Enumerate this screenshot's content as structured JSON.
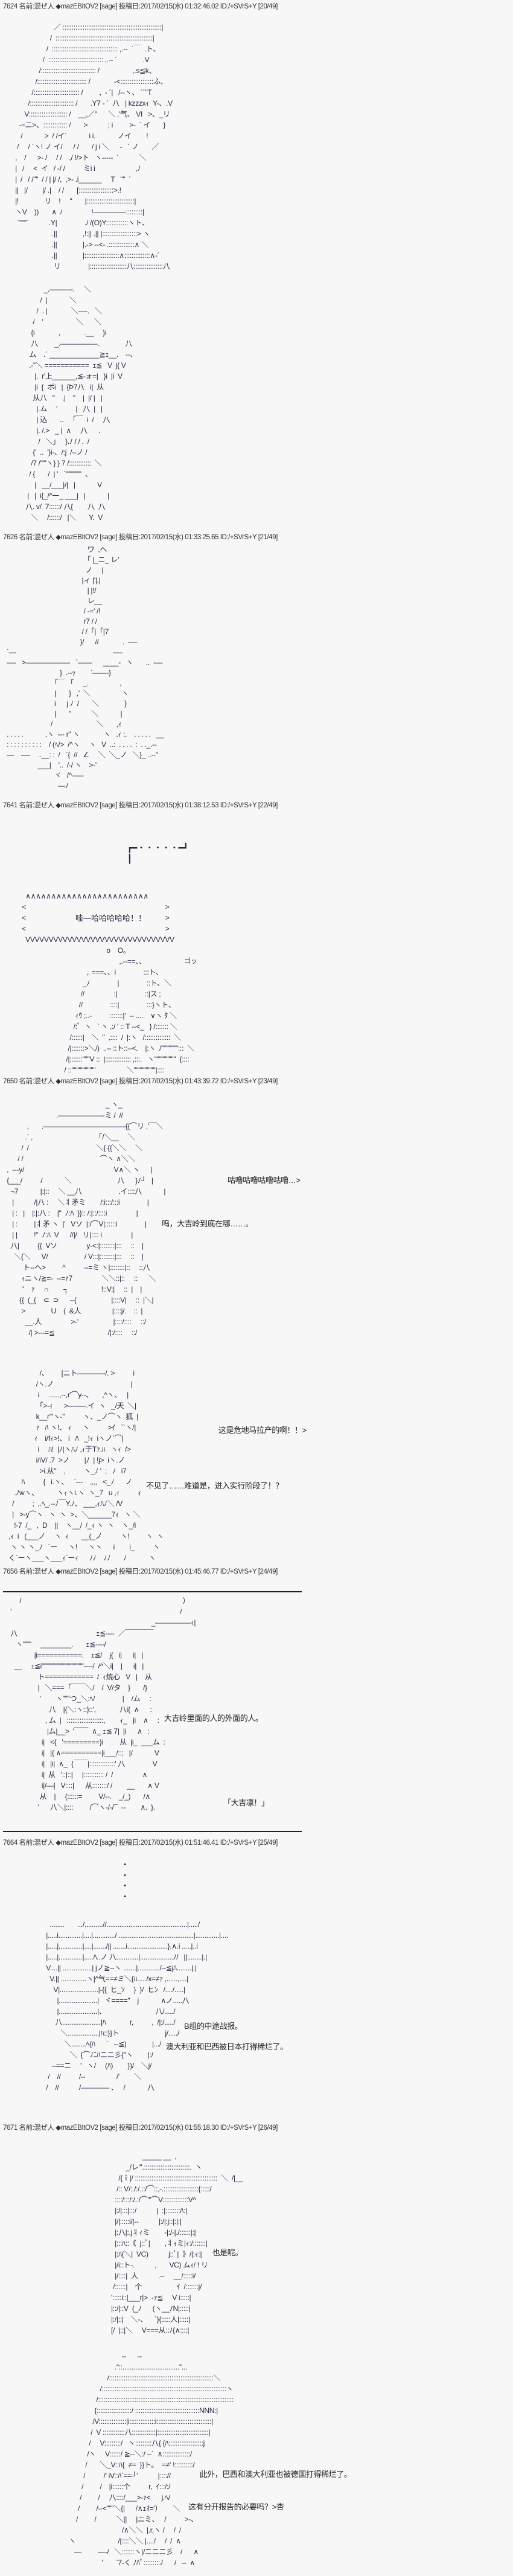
{
  "posts": [
    {
      "header": "7624 名前:混ぜ人 ◆mazEBItOV2 [sage] 投稿日:2017/02/15(水) 01:32:46.02 ID:/+SVrS+Y [20/49]"
    },
    {
      "header": "7626 名前:混ぜ人 ◆mazEBItOV2 [sage] 投稿日:2017/02/15(水) 01:33:25.65 ID:/+SVrS+Y [21/49]"
    },
    {
      "header": "7641 名前:混ぜ人 ◆mazEBItOV2 [sage] 投稿日:2017/02/15(水) 01:38:12.53 ID:/+SVrS+Y [22/49]"
    },
    {
      "header": "7650 名前:混ぜ人 ◆mazEBItOV2 [sage] 投稿日:2017/02/15(水) 01:43:39.72 ID:/+SVrS+Y [23/49]"
    },
    {
      "header": "7656 名前:混ぜ人 ◆mazEBItOV2 [sage] 投稿日:2017/02/15(水) 01:45:46.77 ID:/+SVrS+Y [24/49]"
    },
    {
      "header": "7664 名前:混ぜ人 ◆mazEBItOV2 [sage] 投稿日:2017/02/15(水) 01:51:46.41 ID:/+SVrS+Y [25/49]"
    },
    {
      "header": "7671 名前:混ぜ人 ◆mazEBItOV2 [sage] 投稿日:2017/02/15(水) 01:55:18.30 ID:/+SVrS+Y [26/49]"
    }
  ],
  "dialogue": {
    "d1": "咕噜咕噜咕噜咕噜…>",
    "d2": "呜，大吉岭到底在哪……。",
    "d3": "这是危地马拉产的啊！！>",
    "d4": "不见了……难道是，进入实行阶段了！？",
    "d5": "大吉岭里面的人的外面的人。",
    "d6": "「大吉凛！」",
    "d7": "B组的中途战报。",
    "d8": "澳大利亚和巴西被日本打得稀烂了。",
    "d9": "也是呢。",
    "d10": "此外，巴西和澳大利亚也被德国打得稀烂了。",
    "d11": "这有分开报告的必要吗？>杏"
  },
  "bubble": {
    "text": "哇—哈哈哈哈哈！！",
    "sfx": "ゴッ"
  },
  "dots": "・\n・\n・\n・",
  "art": {
    "a20": [
      "                        ／ ::::::::::::::::::::::::::::::::::::::::::::::::::::::|",
      "                      /  :::::::::::::::::::::::::::::::::::::::::::::::::::::|",
      "                    /  :::::::::::::::::::::::::::::::::::: ,.-‐  ´￣  .ト、",
      "                  /  :::::::::::::::::::::::::::::: ,.-‐ ´              .V",
      "                /:::::::::::::::::::::::::::::: /                  ,.s≦k、",
      "              /::::::::::::::::::::::::::: /             -<::::::::::::::::::ふ、",
      "            /::::::::::::::::::::::::: /         ,  - ´|   /‐-ヽ、 ´´''T",
      "          /:::::::::::::::::::::::: /       .Y7 - ´  八   | kzzzxｨ  Y-、.V",
      "        V::::::::::::::::::::: /    __,／\"      ＼ ,'气、 VI   >、_リ",
      "     -=ニ>、::::::::::::: /       >           ; i         >-  ` イ       }",
      "      /            >  / /イ´            i i.            ノイ        !",
      "    /     / `ヽ! ノ イ/      / /       / j i ＼      -   ´ ノ       ／",
      "   ,    /      >- /     / /    ,/ !/>ト   ヽ-----  ´           ＼",
      "   |   /     <  イ   / -/ /          ミi i                      ,ﾉ",
      "   |  /   / /''''  / / | |/ /,  ,>- .i______     T   ''''  ´",
      "   ||   |/        |/ .|    / /       [:::::::::::::::::::>.!",
      "   |!              リ    !     \"       |::::::::::::::::::::::::::|",
      "   ヽV    ))       ∧  /                !-――――-:::::::::|",
      "    `''''''´           .Y|               ./ /(O)Y::::::::::::ヽト、",
      "                       .||              ,!:|| .|| |:::::::::::::::::::> ヽ",
      "                       .||              |.-> --<- .::::::::::::::∧ ＼",
      "                       .||              |:::::::::::::::::::∧::::::::::::::∧-´",
      "                        リ               |::::::::::::::::::::八::::::::::::::::八"
    ],
    "a20b": [
      "              _.―――-.     ＼",
      "            /  |            ＼",
      "          /  . |             ＼―-.   ＼",
      "        /    '                  ＼      ＼",
      "       {i             ,             .__     }i",
      "       八         _.―――――-.              八",
      "      ム    .´ _____________≧ｪ__.    --、",
      "      .-\"＼ ===========  ｪ≦   V  j{ V",
      "         |.  r'上______,≦-ォ=|   }i  |i  V",
      "         |i  {  ボi   |  {Ϸ7八   i|  从",
      "        从八   \"    ,|    \"    |  |/ |   |",
      "          |.ム     '          |   八  |   |",
      "          | 込       ..   「￣  i  /     八",
      "          |. /.>   _ |  ∧     八      .",
      "           /   ＼」   }.ﾉ / / .  /",
      "        {'  ..  '}i-、/:j  /--ノ /",
      "       /7 /'''''ヽ} } 7 /::::::::::::  ＼",
      "      / {       /  | '   `'''''''''''''  、",
      "         |   __/___|/|   |            V",
      "     |   |  i{_/^ー_ ___|   |            |",
      "    八. v/  7::::::/ 八{        八  八",
      "       ＼     /::::::/   |＼       Y.  V"
    ],
    "a21": [
      "                                              ワ  ,へ",
      "                                            「 |_ニ_ レ'",
      "                                             ノ     |",
      "                                           |ィ |'|.|",
      "                                              | |!/",
      "                                              レ__",
      "                                            / -=' /!",
      "                                            r7 / /",
      "                                           / /「|「|7",
      "                                          }/      //             .  -―",
      "  `―                                                     -―",
      "  ―-   >――――――-   `――      ____-   ヽ       ..  -―",
      "                               }  .--ｯ        `――-}",
      "                            ｢￣   ｢     _.                 ,",
      "                            |       }   ,'  ＼                 ヽ",
      "                            i      j ﾉ  /       ＼              }",
      "                            |       ''           ＼            |",
      "                          /                        ＼       ,ｨ",
      "  . . . . .            ,ヽ  --- r\" ヽ             ヽ   .ｨ :.    . . . . .   __",
      "  : : : : : : : : : :    / (ﾍ/>  /^ヽ     ヽ   V  ..:  . . . .  :  . ._.--",
      "  ―    ―-    ..__: :  /   `{  //   ∠     ＼  ＼_ノ   ＼}_ ..--\"",
      "                   ___|    '..  /-/ ヽ    >-'",
      "                            ヾ   /^--―",
      "                              ―ﾉ"
    ],
    "a22a": [
      "   ┏━・・・・・━┛",
      "   ┃"
    ],
    "a22b": [
      "    ∧∧∧∧∧∧∧∧∧∧∧∧∧∧∧∧∧∧∧∧∧∧∧∧",
      "  <                                                                             >",
      "  <                                                                             >",
      "  <                                                                             >",
      "    VVVVVVVVVVVVVVVVVVVVVVVVVVVVVVVV"
    ],
    "a22c": [
      "                                   o    O。",
      "                                          ,.--==、、     ",
      "                        ,. ===、、i               :::ト、",
      "                      _ﾉ               |               ::ト、＼",
      "                     //                :|               ::|ス ;",
      "                    //               ::::|               :::}ヽト、",
      "                  ｨｳ ;..-          :::::::|'  -- .....   ∨ヽ ﾀ ＼",
      "                 /:ﾟ  ヽ   ` ヽ ,:/ ' :: T --<_   } /::::::: ＼",
      "               /::::::|    ＼  ''  ,::::  /  |:ヽ   /::::::::::::::  ＼",
      "              /|:::::::>＼/)  ..-- ::ト::--<.    |:ヽ  /'''''''''''''':::  ＼",
      "             /|:::::::''''''V ::  |:::::::::::::: ,:::.   ヽ''''''''''''''''''  {::::",
      "            / ::''''''''''''''''''''                 ＼''''''''''''''''''|::::"
    ],
    "a23": [
      "                                                        _ ヽ_",
      "                             .-――――――-ミ /  //",
      "             ,       .-―――――――――――-{{⌒リ ,'￣＼",
      "            .´ ,                                    ｢/＼__     ＼",
      "          /  /                                     ＼{ {{＼＼     ＼",
      "        / /                                          ⌒ヽ ∧＼＼",
      "  ,  ---y/                                                 V∧＼ ヽ      |",
      "  {___/          /            ＼                         八      }ﾉ┘   |",
      "    ¬7            |:|::     ＼ __八                    .イ::::八            |",
      "     |           /|八 :     ＼丬矛ミ        /:i:::/:::i               |",
      "     | :   |    |:|:八 :    |''  ﾉ:ﾊ  }}:: /:|::/::::i                |",
      "     | :         |丬矛 ヽ  |'   Vソ  |:/⌒V|::::::i               |",
      "     | |         !''  ﾉ:ﾊ  V      //|/   リ|:::: i                |",
      "    八|          {{  Vソ                y-<:|::::::::|:::     ::    |",
      "      ＼{＼      V/                    / V:::|::::::::|:::     ::    |",
      "           ト--へ>         ^          --=ミ ヽ|::::::::|::     ::八",
      "          ｨニヽ/≧=-  --=ｧ7                ＼＼::|::     ::      ＼",
      "          ''    ｧ     ∩        ┐                  !::V:|     ::  |    |",
      "         {{  (_{    ⊂  ⊃      --{                   |::::V|     ::  |＼|",
      "          >              U    (  &人                 |::::j/.    ::  |",
      "            __.人                >-'                   |::::/::::     ::/",
      "              /| >---=≦                             /|:/::::     ::/"
    ],
    "a23b": [
      "                    /、       [ニト―――---/. >          i",
      "                  /ヽ.ノ                                          |",
      "                   i     ......,--,r'⌒y--、     ,^ヽ、   |",
      "                  「>-ｨ      >---―--.イ  ヽ   _/天  ＼|",
      "                  k__r'\"ヽ-''          ヽ、_ノ⌒ヽ  狐  |",
      "                  ｧ   ﾊ ヽ!、 ｨ      ヽ          >ｲ   ``ヽ/|",
      "                 ｨ    i/fｨ>!、 i   ﾊ   _!ｨ  iヽノ`⌒|",
      "                   i     ﾊ!  |ﾉ|ヽﾊﾉ ,ｨ于Tｧ.ﾊ   ヽｨ  />",
      "                  iﾊV/ .7  >ノ        |ﾉ  | !j>  iヽ.ノ",
      "                    >i.从''    ,          ヽ_ﾉ '  ;   ﾉ   i7",
      "          ﾊ          {   i.ヽ、   `---    ,,,,   <_ﾉ      ノ",
      "      .ﾉwヽ、          ヽｨヽi.ヽ  ヽ_7   u ,ｨ          ｨ",
      "     /          ;  ,.ﾍ_.--ﾉ￣Y.ﾉ、 ___,ｨﾊﾉ＼ /V",
      "     |   >-y⌒ヽ   ヽ  ヽ  >、＼______7ｨ   ヽ ＼",
      "      !-7  /_   ,  D    ||    ヽ__/  /_ｨ ヽ  ヽ    ヽ_/i",
      "   ,ｨ  i   (___ノ     ヽ  ｨ       __(_ノ          ヽ!         ヽ  ヽ",
      "    ヽ ヽ ヽ_ﾉ   `ー      ヽ!      ヽヽ      i        i_          ヽ",
      "   く`ーヽ___ヽ___ｨ`ーｨ      ﾉﾉ    ﾉﾉ       ﾉ            ヽ"
    ],
    "a24": [
      "         /                                                                                         ）",
      "    '                                                                                             /",
      "                                                                                 _―――――ｨ|",
      "    八                                           ｪ≦----  ／￣￣￣￣",
      "       ヽ'''''''     ________.       ｪ≦----/",
      "                 |i===========.    ｪ≦/    j{   i|      i|   |",
      "      __     ｪ≦i'''''''''''''''''''''''''''''''''''----/  /^＼i|    |      i|   |",
      "                   ト============  /  ｨ焼心   V   |    从",
      "                   |   ＼===「￣￣＼/    /  V/タ    }       /}",
      "                    '        ヽ''''''つ_＼:ﾍ/               |    /ム     :",
      "                         八    |{＼:ヽ::}::',             八i{  ∧      :",
      "                       , ム  |   ::::::::::::::::::::,        ｨ_   |i    ∧     :",
      "                        |ム|__>  '￣￣  ∧_ ｪ≦ 7|  |i      ∧   :",
      "                     i|   <{   '=========}i         从  |i_  ___ム  :",
      "                     i|   |{ ∧==========|i___/::;   |/            V",
      "                     i|   |i|  ∧_  {￣￣|::::::::::::::' 八               V",
      "                     i|  从   '::|::|     |::::::::::: /  /                ∧",
      "                     i|/―|   V::::|      从::::::::/ /        __       ∧ V",
      "                    从    |     {::::::=         V/--.    _/_)       /∧",
      "                   '      八＼|::::         /⌒ヽ-/-/¯  --        ∧.  }."
    ],
    "a25": [
      "         ........       .../..........//............................................|...../",
      "       |.....i.............|....|............/ .........................................|.............|....",
      "       |.....|.............|....|......./|| .......i......................}.∧.i .....|..i",
      "       |.....|.............|.....ﾊ..ノ 八............|..................ﾉ/   ||........|.|",
      "       V....|| ................| jノ≧--ヽ .......|............/--≦jﾊ........|.|",
      "         V.|| ..............ヽ|^气==≠ミ＼{ﾊ...../x=≠ｧ ,......,....|",
      "           V|.....................|-{{  ヒ_ｿ     }  }/  ヒﾝ   /..../.....|",
      "             |.....................|   ヾ====''    j            ∧ノ.....八",
      "             |.....................|、                           八/...../",
      "            八.....................|ﾊ             r,          ,  /|:/...../",
      "               ＼.................|ﾊ::}}ト                         j/...../",
      "                 ＼........ﾍ{ﾊ      `   --≦)              |.../",
      "                    ＼  {⌒ﾉﾆﾊニニ彡{''ヽ        |:/",
      "          --==ニ     '   ヽ/     (ﾊ)        })/    ＼j/",
      "        /    //          /--                 /'        ＼",
      "       /    //           /―――― 、   /            八"
    ],
    "a26": [
      "                                                _____ __  ,",
      "                                       _/レ'''.:::::::::::::::::::::::::.  ヽ",
      "                                   /{ｉ|/ :::::::::::::::::::::::::::::::::::::::::::::  ＼  /|__",
      "                                  /:: V/:./:/.::/⌒::,-.:::::::::::::::::::{:::::/",
      "                                 ::::/:::/:/.:/⌒'''⌒V::::::::::::::V^",
      "                                 |:/|:::|:::/           |  :|::::::::ﾊ:|",
      "                                 |/|:::::i/|--           |:/|:j::|:|:|",
      "                                 |:八|:.j丬ｨミ        -|:/-|./::::::|:|",
      "                                 |:::ﾊ::《  j::ﾟ|        ,丬ｨミ|ｨ:/:::::::|",
      "                                 |:ﾊ{＼|  VC)           j::ﾟ|  》/|:ｨ:|",
      "                                 |/i::ト-.           ,       VC) ムｨ/ ! リ",
      "                                 |/::::|  人           .--     __/:::::i/",
      "                                /::::::|    个                   ｲ  /:::::::j/",
      "                               ':::::i::|___r|>  -ｧ≦     V i:::::|",
      "                               |::/|::V  {_ﾉ      (ヽ__ﾉN|:::::|",
      "                               |:/|::|    ＼-、    `}{:::::人|:::::|",
      "                               [/  |::|＼     V===从::ﾉ{∧::::|"
    ],
    "a26b": [
      "                                                       --      --",
      "                                                   .''::...............................''...",
      "                                               /:::::::::::::::::::::::::::::::::::::::::::::::::::::::::＼",
      "                                           /::::::::::::::::::::::::::::::::::::::::::::::::::::::::::::::::::::ヽ",
      "                                         /::::::::::::::::::::::::::::::::::::::::::::::::::::::::::::::::::::::::::",
      "                                        {:::::::::::::::::::/ :::::::::::::::::::::::::::::::::::NNN:|",
      "                                       /V:::::::::::::::|i::::::::::::::i::::::::::::::::::::::::::::::|",
      "                                      /  V ::::::::::::八:::::::::::::|::::::::::::::::::::::::::::|",
      "                                     /     V:::::::::/   ヽ:::::::::八{ {ﾊ:::::::::::::::::::j",
      "                                    /ヽ     V::::::/ ≧--＼:/ --´  ∧:::::::::::::::/",
      "                                   /       ＼_V::ﾊ{  ≠=  }}ト。  =≠' !::::::::::/",
      "                                  /          /' iV::ﾊ`==┘'           |:::://",
      "                                 /         /    |i::::::个          r,  ｲ:::/:/",
      "                                /         /     八::::/___>-ｧ<      j.ﾍ/",
      "                               /         /--<''''''＼{|      /∧ｪｵ='）      ＼",
      "                              /         /           ＼||     |ニミ、   /          >-、",
      "                                                       /∧＼＼  |.r,ヽ /     /  /",
      "                          ヽ                       /|::::＼＼ |..../     /  /  ∧",
      "                             ―         ―-/   ＼:::::::ヽ|/ニニニ彡    /      ∧",
      "                                            '       `7-く ﾉﾊﾟ:::::::::ﾉ      /   --  ∧"
    ]
  }
}
